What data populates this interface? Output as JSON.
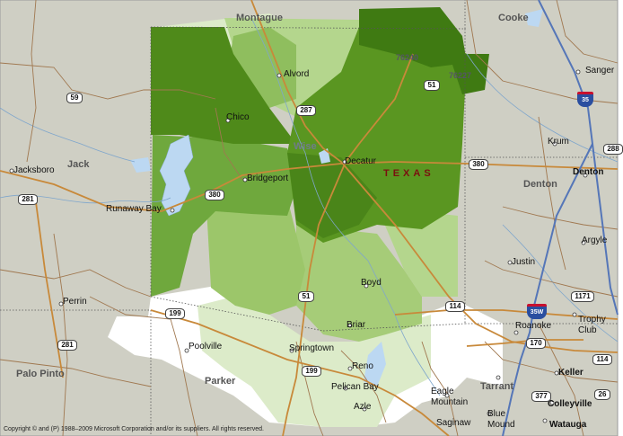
{
  "map": {
    "state_label": "TEXAS",
    "copyright": "Copyright © and (P) 1988–2009 Microsoft Corporation and/or its suppliers. All rights reserved.",
    "counties": [
      {
        "id": "montague",
        "name": "Montague"
      },
      {
        "id": "cooke",
        "name": "Cooke"
      },
      {
        "id": "jack",
        "name": "Jack"
      },
      {
        "id": "wise",
        "name": "Wise"
      },
      {
        "id": "denton",
        "name": "Denton"
      },
      {
        "id": "parker",
        "name": "Parker"
      },
      {
        "id": "tarrant",
        "name": "Tarrant"
      },
      {
        "id": "palo-pinto",
        "name": "Palo Pinto"
      }
    ],
    "cities": [
      {
        "id": "alvord",
        "name": "Alvord"
      },
      {
        "id": "chico",
        "name": "Chico"
      },
      {
        "id": "decatur",
        "name": "Decatur"
      },
      {
        "id": "bridgeport",
        "name": "Bridgeport"
      },
      {
        "id": "jacksboro",
        "name": "Jacksboro"
      },
      {
        "id": "runaway-bay",
        "name": "Runaway Bay"
      },
      {
        "id": "sanger",
        "name": "Sanger"
      },
      {
        "id": "krum",
        "name": "Krum"
      },
      {
        "id": "denton-city",
        "name": "Denton"
      },
      {
        "id": "argyle",
        "name": "Argyle"
      },
      {
        "id": "justin",
        "name": "Justin"
      },
      {
        "id": "boyd",
        "name": "Boyd"
      },
      {
        "id": "briar",
        "name": "Briar"
      },
      {
        "id": "perrin",
        "name": "Perrin"
      },
      {
        "id": "poolville",
        "name": "Poolville"
      },
      {
        "id": "springtown",
        "name": "Springtown"
      },
      {
        "id": "reno",
        "name": "Reno"
      },
      {
        "id": "pelican-bay",
        "name": "Pelican Bay"
      },
      {
        "id": "azle",
        "name": "Azle"
      },
      {
        "id": "eagle-mountain",
        "name": "Eagle\nMountain"
      },
      {
        "id": "blue-mound",
        "name": "Blue\nMound"
      },
      {
        "id": "saginaw",
        "name": "Saginaw"
      },
      {
        "id": "roanoke",
        "name": "Roanoke"
      },
      {
        "id": "trophy-club",
        "name": "Trophy\nClub"
      },
      {
        "id": "keller",
        "name": "Keller"
      },
      {
        "id": "colleyville",
        "name": "Colleyville"
      },
      {
        "id": "watauga",
        "name": "Watauga"
      }
    ],
    "zip_labels": [
      {
        "id": "zip-76240",
        "name": "76240"
      },
      {
        "id": "zip-76227",
        "name": "76227"
      }
    ],
    "route_shields": [
      {
        "id": "r59",
        "label": "59"
      },
      {
        "id": "r51-north",
        "label": "51"
      },
      {
        "id": "r287",
        "label": "287"
      },
      {
        "id": "r281-west",
        "label": "281"
      },
      {
        "id": "r380-west",
        "label": "380"
      },
      {
        "id": "r380-east",
        "label": "380"
      },
      {
        "id": "r288",
        "label": "288"
      },
      {
        "id": "r1171",
        "label": "1171"
      },
      {
        "id": "r114-east",
        "label": "114"
      },
      {
        "id": "r114-far-east",
        "label": "114"
      },
      {
        "id": "r51-south",
        "label": "51"
      },
      {
        "id": "r199-west",
        "label": "199"
      },
      {
        "id": "r199-south",
        "label": "199"
      },
      {
        "id": "r281-south",
        "label": "281"
      },
      {
        "id": "r170",
        "label": "170"
      },
      {
        "id": "r377",
        "label": "377"
      },
      {
        "id": "r26",
        "label": "26"
      }
    ],
    "interstate_shields": [
      {
        "id": "i35",
        "label": "35"
      },
      {
        "id": "i35w",
        "label": "35W"
      }
    ]
  }
}
